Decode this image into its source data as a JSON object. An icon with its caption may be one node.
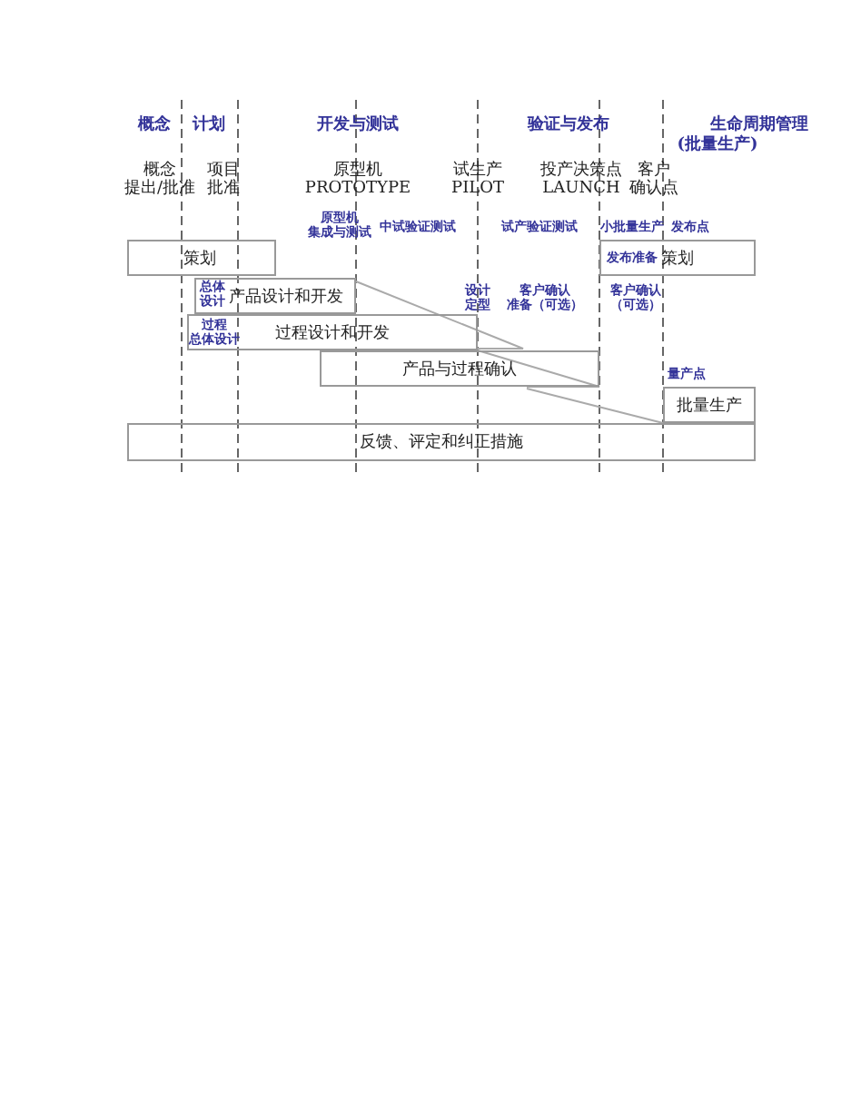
{
  "diagram": {
    "nodes": [
      {
        "text": [
          "策划"
        ]
      },
      {
        "text": [
          "产品设计和开发"
        ]
      },
      {
        "text": [
          "过程设计和开发"
        ]
      },
      {
        "text": [
          "产品与过程确认"
        ]
      },
      {
        "text": [
          "发布准备",
          "策划"
        ]
      },
      {
        "text": [
          "批量生产"
        ]
      },
      {
        "text": [
          "反馈、评定和纠正措施"
        ]
      }
    ],
    "labels": [
      "概念",
      "计划",
      "开发与测试",
      "验证与发布",
      "生命周期管理",
      "(批量生产)",
      "概念提出/批准",
      "项目批准",
      "原型机 PROTOTYPE",
      "试生产 PILOT",
      "投产决策点 LAUNCH",
      "客户确认点",
      "原型机集成与测试",
      "中试验证测试",
      "试产验证测试",
      "小批量生产",
      "发布点",
      "总体设计",
      "设计定型",
      "客户确认准备（可选）",
      "客户确认（可选）",
      "过程总体设计",
      "量产点"
    ]
  }
}
